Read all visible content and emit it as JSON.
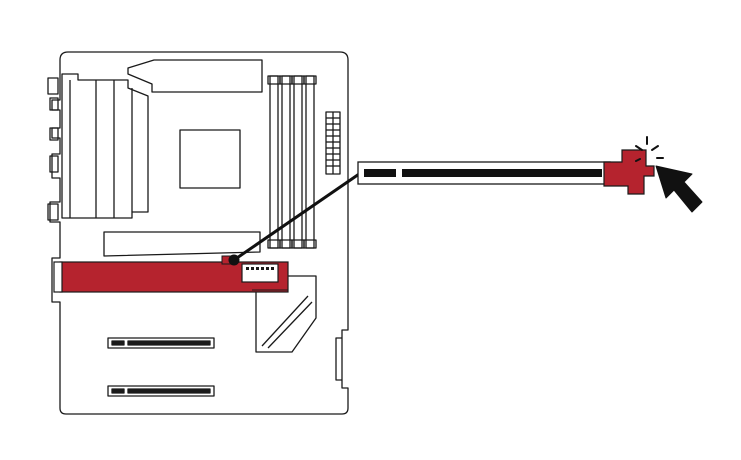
{
  "colors": {
    "outline": "#1a1a1a",
    "highlight": "#b5232e",
    "background": "#ffffff",
    "slot_fill": "#111111"
  },
  "components": {
    "motherboard": "motherboard",
    "highlighted_slot": "pci-express-x16-slot",
    "slot_latch": "slot-retention-latch",
    "cursor": "mouse-pointer-icon",
    "click_burst": "click-burst-icon"
  }
}
